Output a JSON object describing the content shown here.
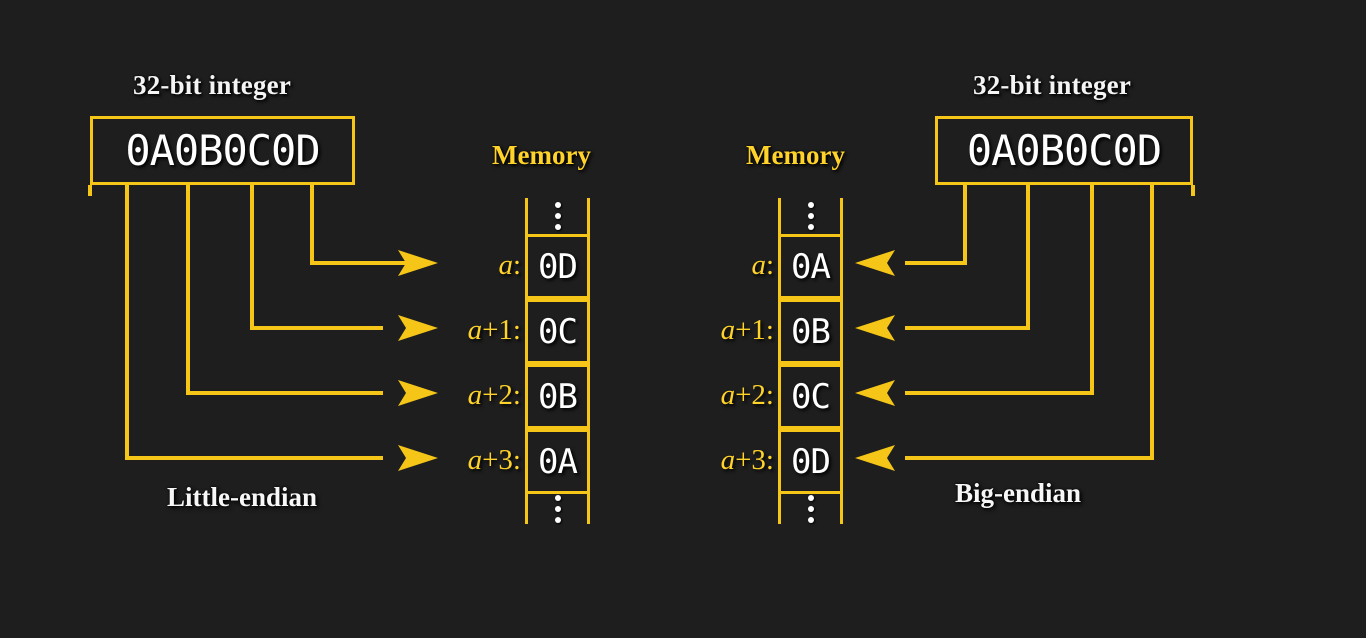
{
  "background_color": "#1e1e1e",
  "accent_color": "#f5c518",
  "label_color": "#ffd32a",
  "text_color": "#ffffff",
  "left_panel": {
    "integer_title": "32-bit integer",
    "integer_value": "0A0B0C0D",
    "memory_title": "Memory",
    "endian_label": "Little-endian",
    "rows": [
      {
        "address": "a:",
        "address_base": "a",
        "address_offset": ":",
        "byte": "0D"
      },
      {
        "address": "a+1:",
        "address_base": "a",
        "address_offset": "+1:",
        "byte": "0C"
      },
      {
        "address": "a+2:",
        "address_base": "a",
        "address_offset": "+2:",
        "byte": "0B"
      },
      {
        "address": "a+3:",
        "address_base": "a",
        "address_offset": "+3:",
        "byte": "0A"
      }
    ],
    "ellipsis_top": "vertical-ellipsis",
    "ellipsis_bottom": "vertical-ellipsis"
  },
  "right_panel": {
    "integer_title": "32-bit integer",
    "integer_value": "0A0B0C0D",
    "memory_title": "Memory",
    "endian_label": "Big-endian",
    "rows": [
      {
        "address": "a:",
        "address_base": "a",
        "address_offset": ":",
        "byte": "0A"
      },
      {
        "address": "a+1:",
        "address_base": "a",
        "address_offset": "+1:",
        "byte": "0B"
      },
      {
        "address": "a+2:",
        "address_base": "a",
        "address_offset": "+2:",
        "byte": "0C"
      },
      {
        "address": "a+3:",
        "address_base": "a",
        "address_offset": "+3:",
        "byte": "0D"
      }
    ],
    "ellipsis_top": "vertical-ellipsis",
    "ellipsis_bottom": "vertical-ellipsis"
  }
}
